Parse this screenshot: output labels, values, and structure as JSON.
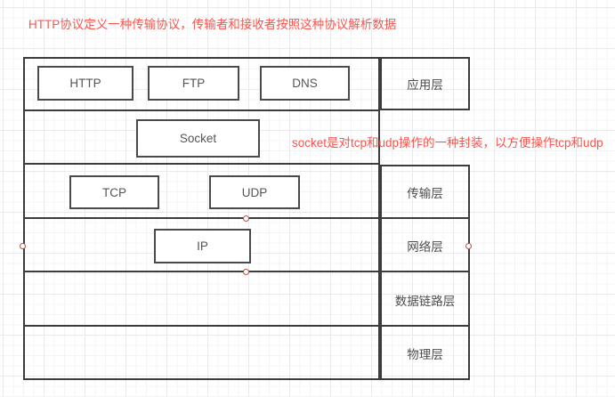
{
  "canvas": {
    "background": "#ffffff",
    "grid_minor_color": "#f4f4f7",
    "grid_major_color": "#e9e9ee"
  },
  "notes": {
    "http_note": "HTTP协议定义一种传输协议，传输者和接收者按照这种协议解析数据",
    "socket_note": "socket是对tcp和udp操作的一种封装，以方便操作tcp和udp",
    "color": "#f8554e"
  },
  "stack": {
    "border_color": "#3c3c3c",
    "handle_color": "#bf4f46",
    "rows": [
      {
        "id": "application",
        "label": "应用层"
      },
      {
        "id": "socket",
        "label": ""
      },
      {
        "id": "transport",
        "label": "传输层"
      },
      {
        "id": "network",
        "label": "网络层",
        "selected": true
      },
      {
        "id": "datalink",
        "label": "数据链路层"
      },
      {
        "id": "physical",
        "label": "物理层"
      }
    ],
    "boxes": [
      {
        "id": "http",
        "label": "HTTP"
      },
      {
        "id": "ftp",
        "label": "FTP"
      },
      {
        "id": "dns",
        "label": "DNS"
      },
      {
        "id": "socket",
        "label": "Socket"
      },
      {
        "id": "tcp",
        "label": "TCP"
      },
      {
        "id": "udp",
        "label": "UDP"
      },
      {
        "id": "ip",
        "label": "IP"
      }
    ]
  }
}
